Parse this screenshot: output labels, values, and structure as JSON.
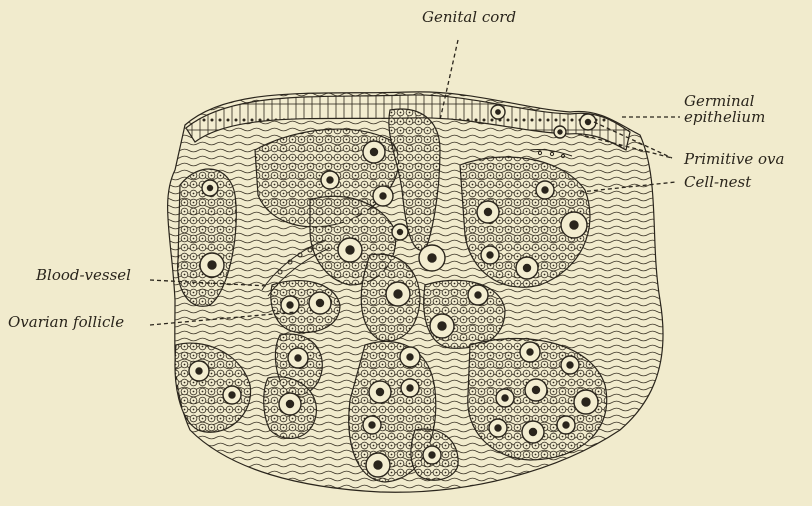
{
  "labels": {
    "genital_cord": "Genital cord",
    "germinal_epithelium_line1": "Germinal",
    "germinal_epithelium_line2": "epithelium",
    "primitive_ova": "Primitive ova",
    "cell_nest": "Cell-nest",
    "blood_vessel": "Blood-vessel",
    "ovarian_follicle": "Ovarian follicle"
  },
  "colors": {
    "background": "#f1ebcd",
    "ink": "#2a251c"
  }
}
